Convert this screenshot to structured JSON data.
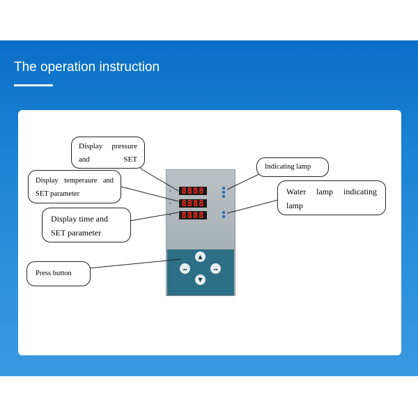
{
  "header": {
    "title": "The operation instruction"
  },
  "callouts": {
    "pressure": "Display pressure and SET parameter",
    "temperature": "Display temperaure and SET parameter",
    "time": "Display time and SET parameter",
    "press_button": "Press button",
    "indicating_lamp": "Indicating lamp",
    "water_lamp": "Water lamp indicating lamp"
  },
  "panel": {
    "displays": [
      "8888",
      "8888",
      "8888"
    ],
    "buttons": {
      "up": "▲",
      "down": "▼"
    }
  },
  "colors": {
    "banner": "#1f86d6",
    "display_digits": "#ff2a1a",
    "keypad": "#2c6f86"
  },
  "icons": {
    "up_button": "triangle-up-icon",
    "down_button": "triangle-down-icon"
  }
}
